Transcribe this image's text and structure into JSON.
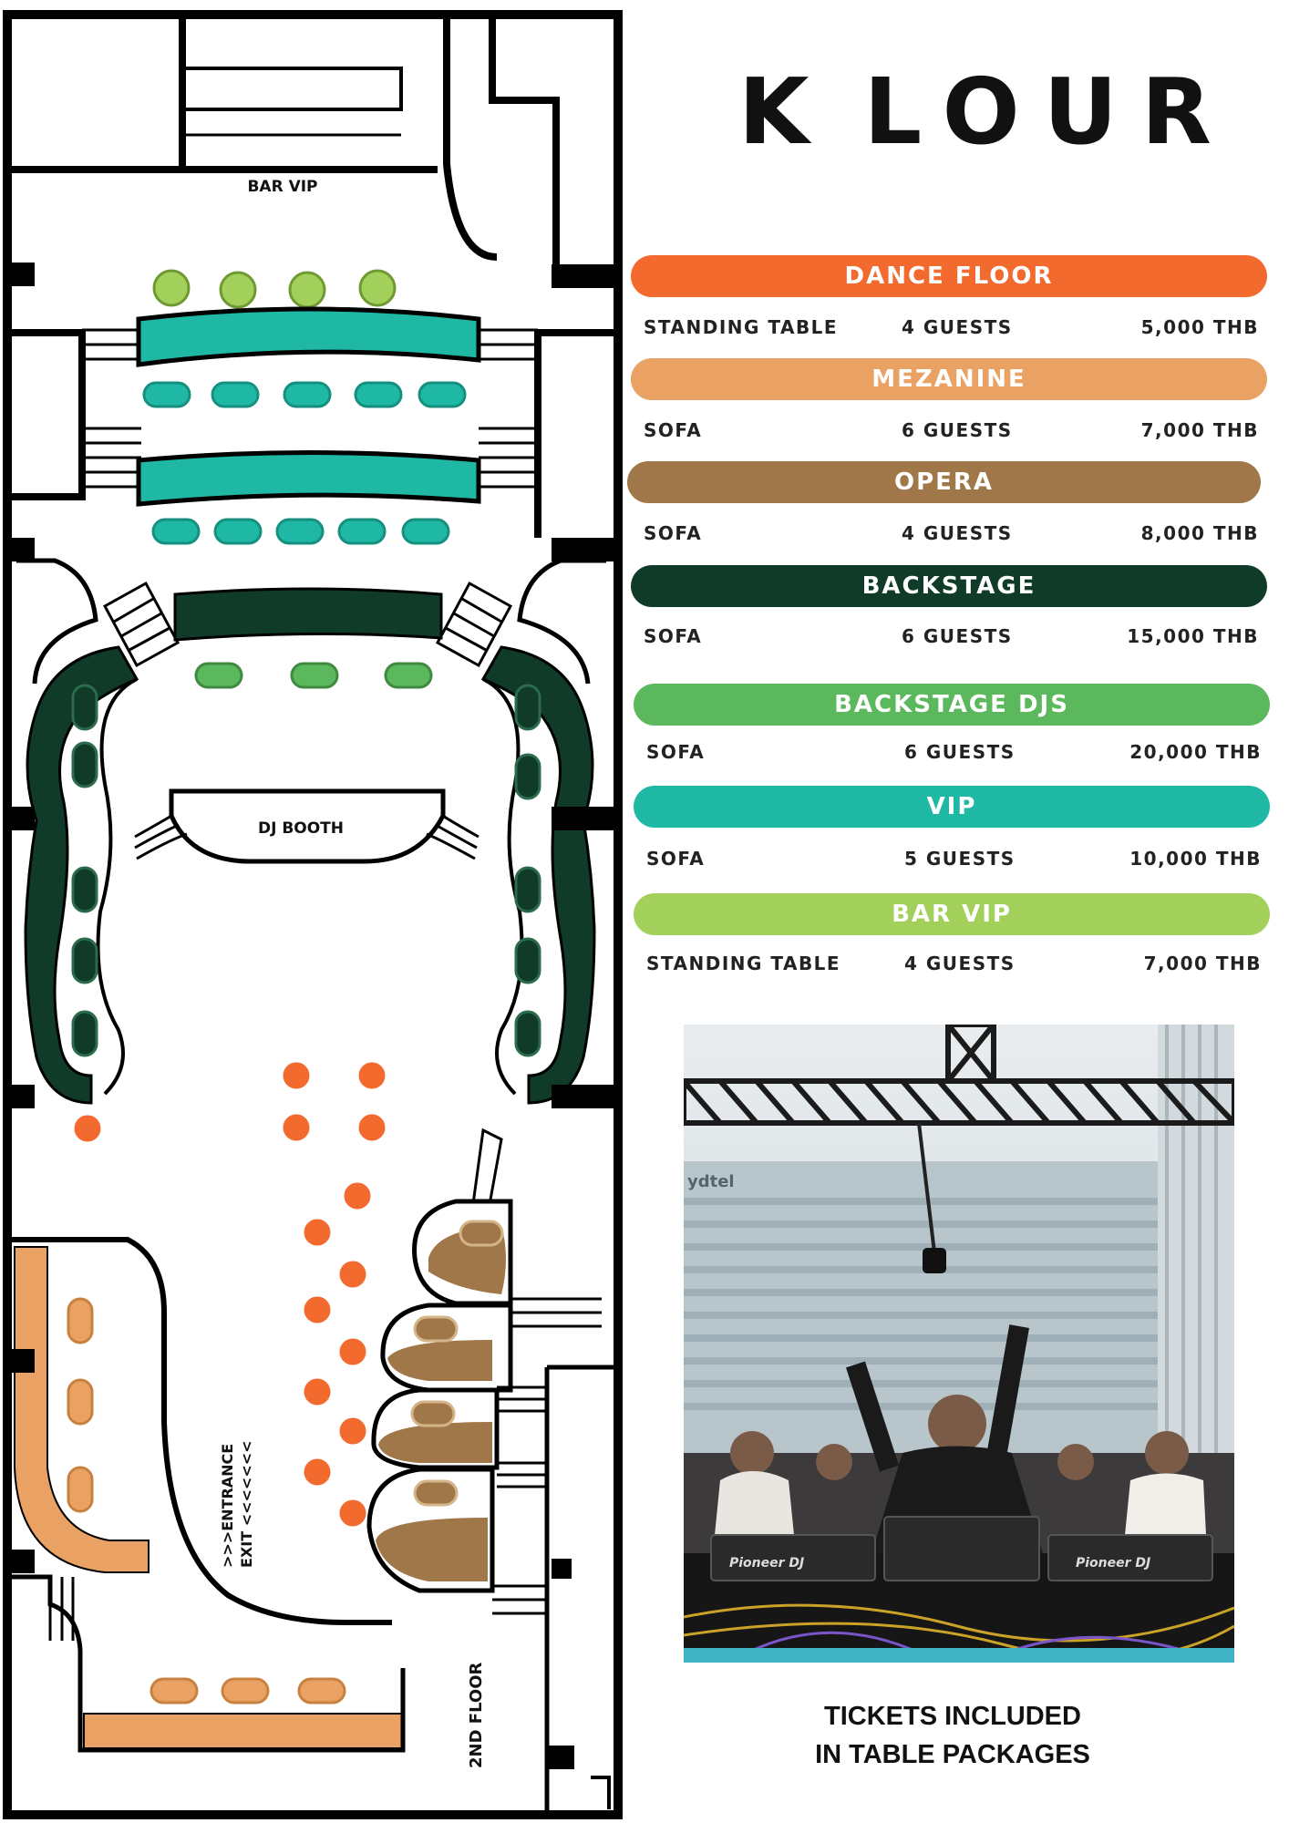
{
  "brand": {
    "letters_left": "K",
    "letters_right": "LOUR",
    "logo": "clover-icon"
  },
  "floorplan": {
    "labels": {
      "bar_vip": "BAR VIP",
      "dj_booth": "DJ BOOTH",
      "entrance": ">>>ENTRANCE",
      "exit": "EXIT <<<<<<<",
      "floor": "2ND FLOOR"
    }
  },
  "zones": [
    {
      "name": "DANCE FLOOR",
      "color": "#f26a2e",
      "type": "STANDING TABLE",
      "guests": "4 GUESTS",
      "price": "5,000 THB"
    },
    {
      "name": "MEZANINE",
      "color": "#e9a263",
      "type": "SOFA",
      "guests": "6 GUESTS",
      "price": "7,000 THB"
    },
    {
      "name": "OPERA",
      "color": "#a07748",
      "type": "SOFA",
      "guests": "4 GUESTS",
      "price": "8,000 THB"
    },
    {
      "name": "BACKSTAGE",
      "color": "#0f3b28",
      "type": "SOFA",
      "guests": "6 GUESTS",
      "price": "15,000 THB"
    },
    {
      "name": "BACKSTAGE DJS",
      "color": "#5cb85c",
      "type": "SOFA",
      "guests": "6 GUESTS",
      "price": "20,000 THB"
    },
    {
      "name": "VIP",
      "color": "#1fb8a4",
      "type": "SOFA",
      "guests": "5 GUESTS",
      "price": "10,000 THB"
    },
    {
      "name": "BAR VIP",
      "color": "#a3d05b",
      "type": "STANDING TABLE",
      "guests": "4 GUESTS",
      "price": "7,000 THB"
    }
  ],
  "photo": {
    "brand_left": "Pioneer DJ",
    "brand_right": "Pioneer DJ",
    "sign": "ydtel"
  },
  "footer": {
    "line1": "TICKETS INCLUDED",
    "line2": "IN TABLE PACKAGES"
  }
}
